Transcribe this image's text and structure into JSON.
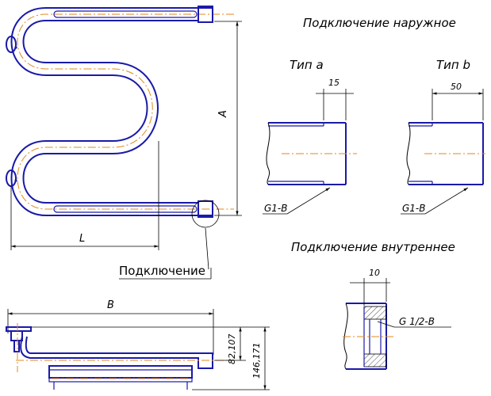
{
  "labels": {
    "external_title": "Подключение наружное",
    "type_a": "Тип а",
    "type_b": "Тип b",
    "dim_15": "15",
    "dim_50": "50",
    "thread_a": "G1-B",
    "thread_b": "G1-B",
    "internal_title": "Подключение внутреннее",
    "dim_10": "10",
    "thread_internal": "G 1/2-B",
    "connection": "Подключение",
    "dim_A": "A",
    "dim_L": "L",
    "dim_B": "B",
    "dim_82": "82,107",
    "dim_146": "146,171"
  },
  "colors": {
    "outline": "#1a1aa8",
    "axis": "#e08a1e",
    "dimension": "#000000"
  }
}
